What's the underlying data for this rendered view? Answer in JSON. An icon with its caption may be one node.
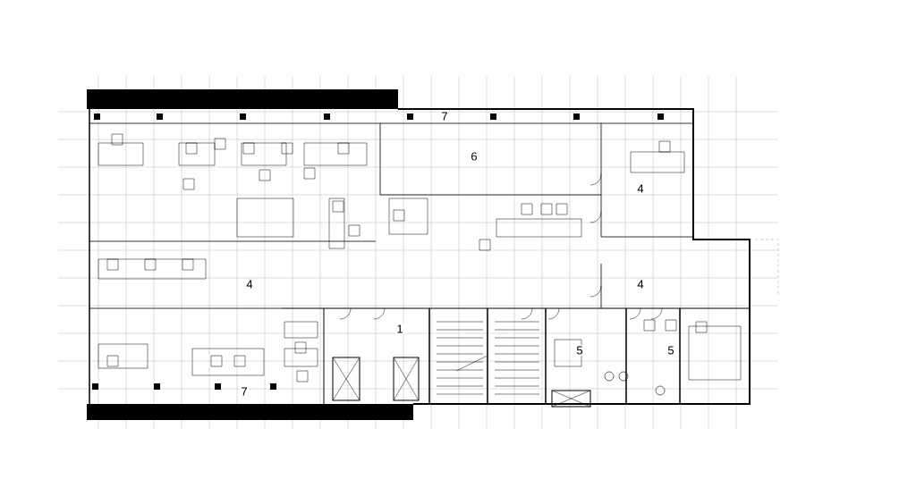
{
  "diagram": {
    "labels": [
      "7",
      "6",
      "4",
      "4",
      "4",
      "1",
      "5",
      "5",
      "7"
    ]
  }
}
